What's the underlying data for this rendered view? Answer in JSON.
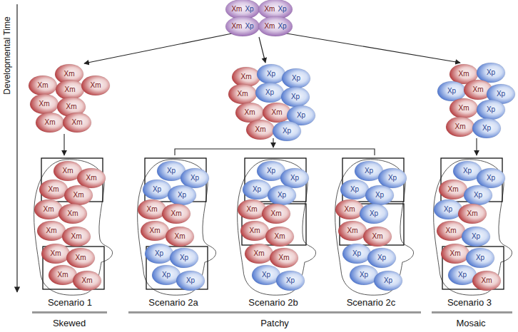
{
  "diagram": {
    "nodes": [
      {
        "text": [
          "Xm",
          "Xp"
        ]
      },
      {
        "text": [
          "Xm",
          "Xp"
        ]
      },
      {
        "text": [
          "Xm",
          "Xp"
        ]
      },
      {
        "text": [
          "Xm",
          "Xp"
        ]
      },
      {
        "text": [
          "Xm"
        ]
      },
      {
        "text": [
          "Xm"
        ]
      },
      {
        "text": [
          "Xm"
        ]
      },
      {
        "text": [
          "Xm"
        ]
      },
      {
        "text": [
          "Xm"
        ]
      },
      {
        "text": [
          "Xm"
        ]
      },
      {
        "text": [
          "Xm"
        ]
      },
      {
        "text": [
          "Xm"
        ]
      },
      {
        "text": [
          "Xm"
        ]
      },
      {
        "text": [
          "Xp"
        ]
      },
      {
        "text": [
          "Xp"
        ]
      },
      {
        "text": [
          "Xm"
        ]
      },
      {
        "text": [
          "Xp"
        ]
      },
      {
        "text": [
          "Xp"
        ]
      },
      {
        "text": [
          "Xm"
        ]
      },
      {
        "text": [
          "Xm"
        ]
      },
      {
        "text": [
          "Xp"
        ]
      },
      {
        "text": [
          "Xm"
        ]
      },
      {
        "text": [
          "Xp"
        ]
      },
      {
        "text": [
          "Xm"
        ]
      },
      {
        "text": [
          "Xp"
        ]
      },
      {
        "text": [
          "Xp"
        ]
      },
      {
        "text": [
          "Xm"
        ]
      },
      {
        "text": [
          "Xp"
        ]
      },
      {
        "text": [
          "Xm"
        ]
      },
      {
        "text": [
          "Xp"
        ]
      },
      {
        "text": [
          "Xm"
        ]
      },
      {
        "text": [
          "Xp"
        ]
      },
      {
        "text": [
          "Xm"
        ]
      },
      {
        "text": [
          "Xm"
        ]
      },
      {
        "text": [
          "Xm"
        ]
      },
      {
        "text": [
          "Xm"
        ]
      },
      {
        "text": [
          "Xm"
        ]
      },
      {
        "text": [
          "Xm"
        ]
      },
      {
        "text": [
          "Xm"
        ]
      },
      {
        "text": [
          "Xm"
        ]
      },
      {
        "text": [
          "Xm"
        ]
      },
      {
        "text": [
          "Xm"
        ]
      },
      {
        "text": [
          "Xm"
        ]
      },
      {
        "text": [
          "Xm"
        ]
      },
      {
        "text": [
          "Xp"
        ]
      },
      {
        "text": [
          "Xp"
        ]
      },
      {
        "text": [
          "Xp"
        ]
      },
      {
        "text": [
          "Xp"
        ]
      },
      {
        "text": [
          "Xm"
        ]
      },
      {
        "text": [
          "Xm"
        ]
      },
      {
        "text": [
          "Xm"
        ]
      },
      {
        "text": [
          "Xm"
        ]
      },
      {
        "text": [
          "Xp"
        ]
      },
      {
        "text": [
          "Xp"
        ]
      },
      {
        "text": [
          "Xp"
        ]
      },
      {
        "text": [
          "Xp"
        ]
      },
      {
        "text": [
          "Xp"
        ]
      },
      {
        "text": [
          "Xp"
        ]
      },
      {
        "text": [
          "Xp"
        ]
      },
      {
        "text": [
          "Xp"
        ]
      },
      {
        "text": [
          "Xm"
        ]
      },
      {
        "text": [
          "Xm"
        ]
      },
      {
        "text": [
          "Xm"
        ]
      },
      {
        "text": [
          "Xm"
        ]
      },
      {
        "text": [
          "Xm"
        ]
      },
      {
        "text": [
          "Xm"
        ]
      },
      {
        "text": [
          "Xp"
        ]
      },
      {
        "text": [
          "Xp"
        ]
      },
      {
        "text": [
          "Xp"
        ]
      },
      {
        "text": [
          "Xp"
        ]
      },
      {
        "text": [
          "Xp"
        ]
      },
      {
        "text": [
          "Xp"
        ]
      },
      {
        "text": [
          "Xm"
        ]
      },
      {
        "text": [
          "Xp"
        ]
      },
      {
        "text": [
          "Xm"
        ]
      },
      {
        "text": [
          "Xm"
        ]
      },
      {
        "text": [
          "Xp"
        ]
      },
      {
        "text": [
          "Xp"
        ]
      },
      {
        "text": [
          "Xp"
        ]
      },
      {
        "text": [
          "Xp"
        ]
      },
      {
        "text": [
          "Xp"
        ]
      },
      {
        "text": [
          "Xp"
        ]
      },
      {
        "text": [
          "Xm"
        ]
      },
      {
        "text": [
          "Xp"
        ]
      },
      {
        "text": [
          "Xp"
        ]
      },
      {
        "text": [
          "Xm"
        ]
      },
      {
        "text": [
          "Xm"
        ]
      },
      {
        "text": [
          "Xp"
        ]
      },
      {
        "text": [
          "Xm"
        ]
      },
      {
        "text": [
          "Xp"
        ]
      },
      {
        "text": [
          "Xp"
        ]
      },
      {
        "text": [
          "Xm"
        ]
      }
    ],
    "labels": [
      "Developmental Time",
      "Scenario 1",
      "Scenario 2a",
      "Scenario 2b",
      "Scenario 2c",
      "Scenario 3",
      "Skewed",
      "Patchy",
      "Mosaic"
    ]
  }
}
